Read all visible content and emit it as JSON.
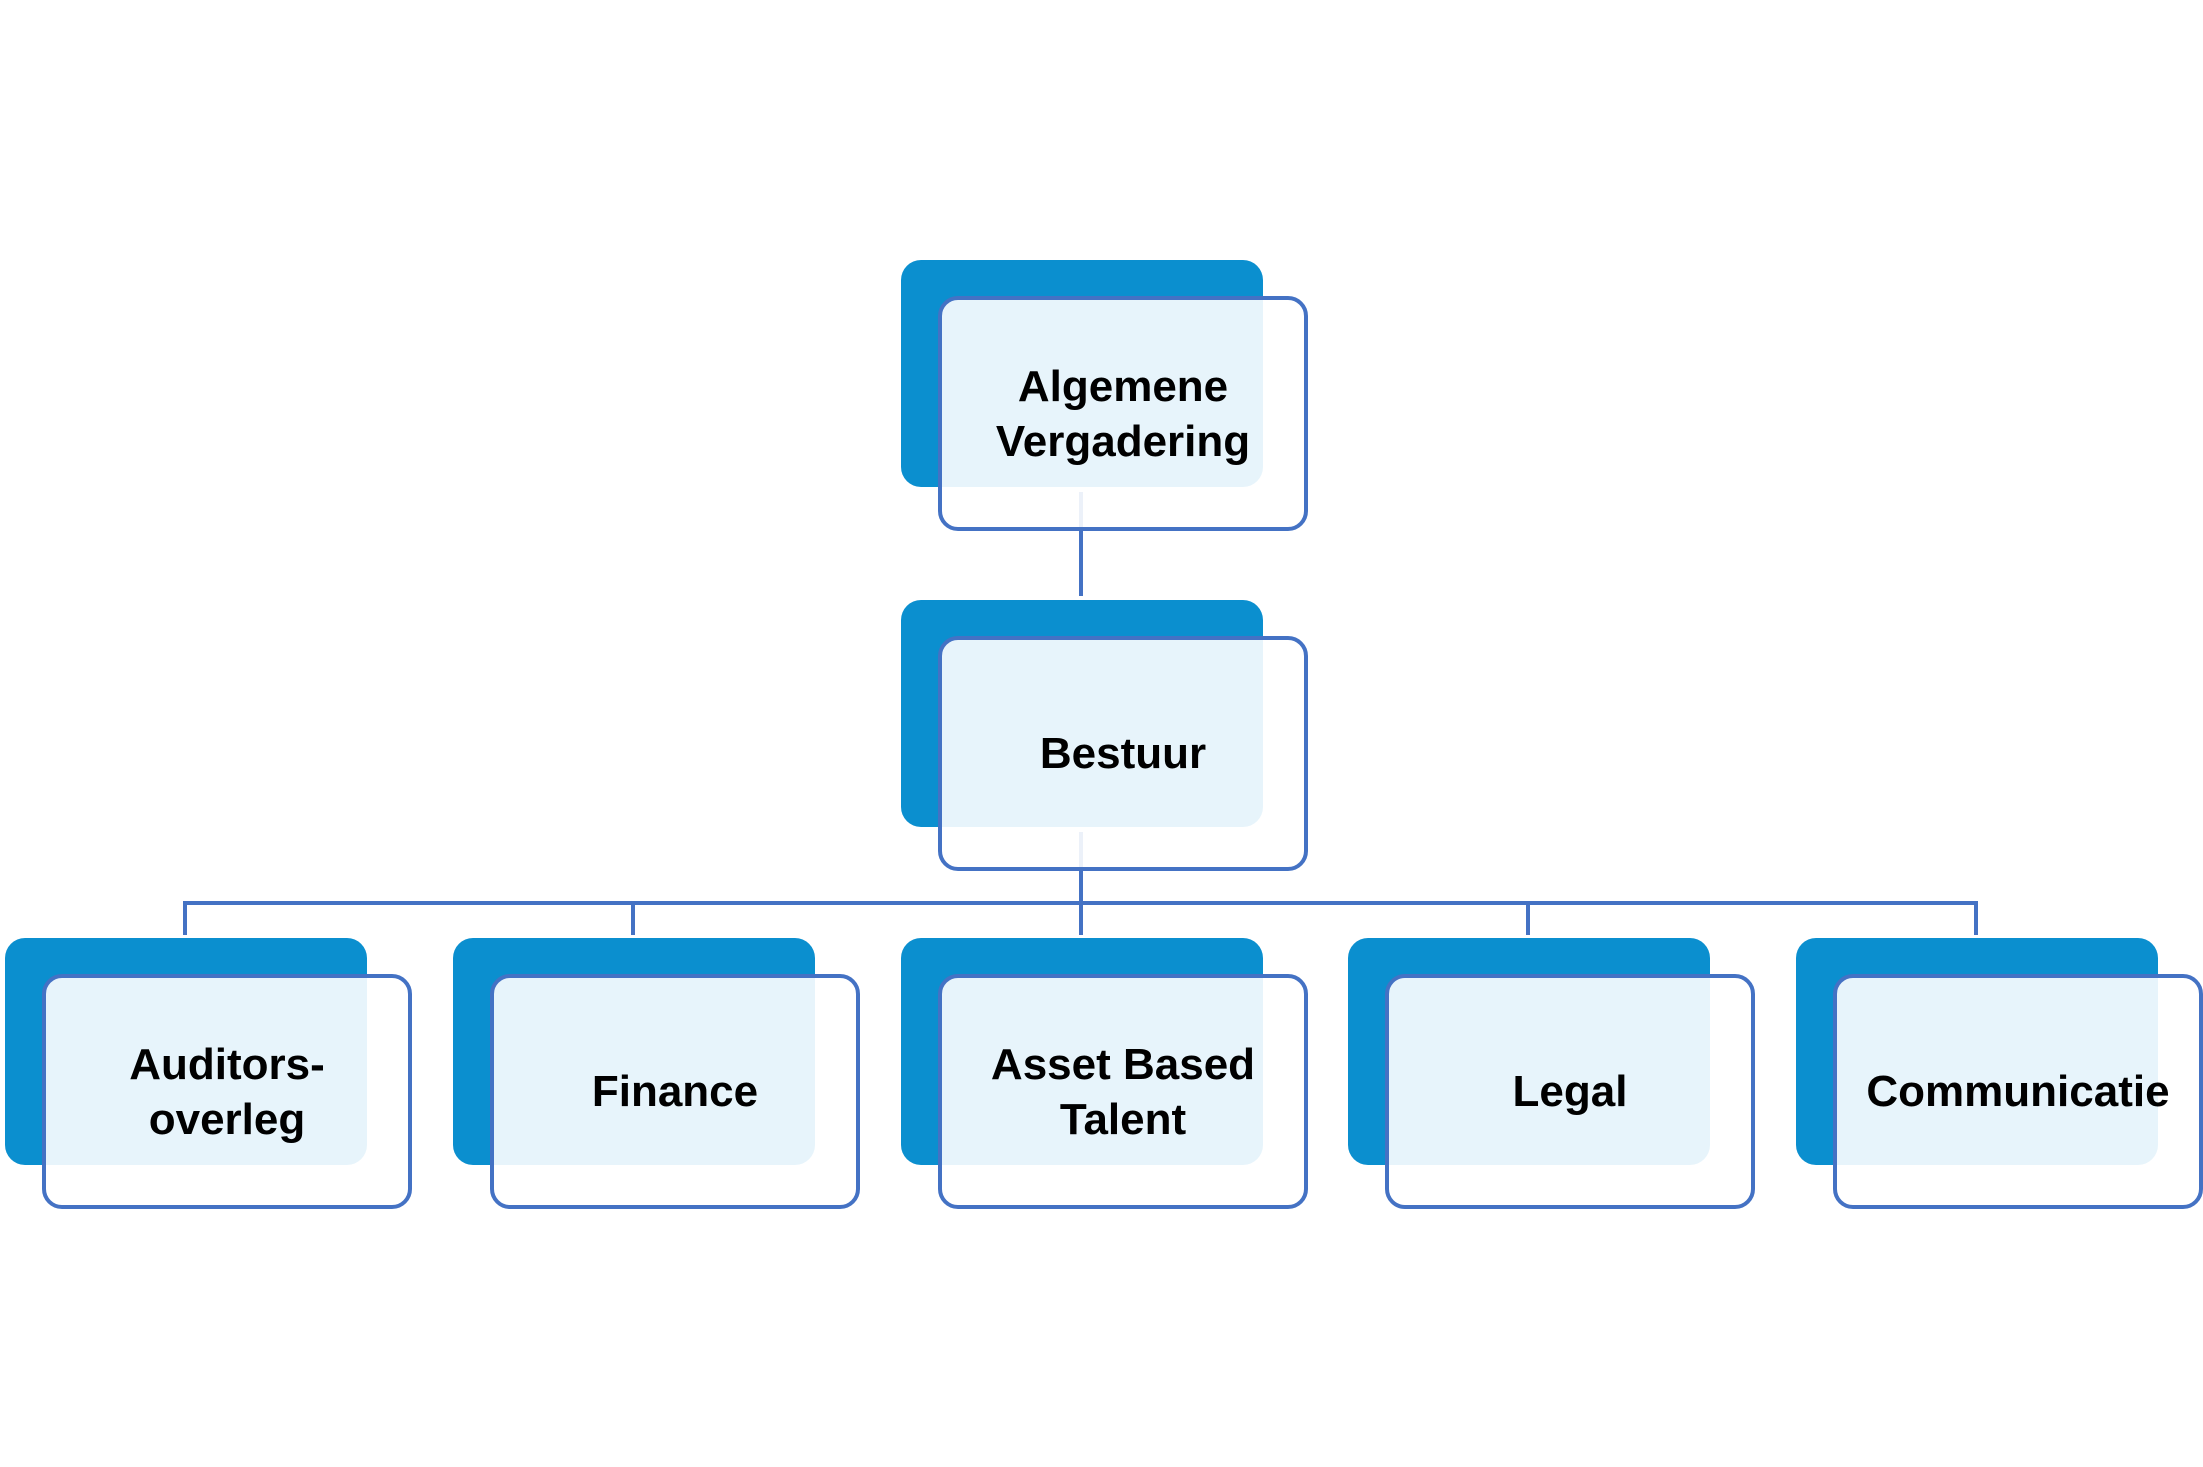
{
  "diagram": {
    "top": {
      "label": "Algemene\nVergadering"
    },
    "board": {
      "label": "Bestuur"
    },
    "children": [
      {
        "label": "Auditors-\noverleg"
      },
      {
        "label": "Finance"
      },
      {
        "label": "Asset Based\nTalent"
      },
      {
        "label": "Legal"
      },
      {
        "label": "Communicatie"
      }
    ]
  },
  "colors": {
    "box_back": "#0B8FCF",
    "box_border": "#4472C4",
    "connector": "#4472C4"
  }
}
